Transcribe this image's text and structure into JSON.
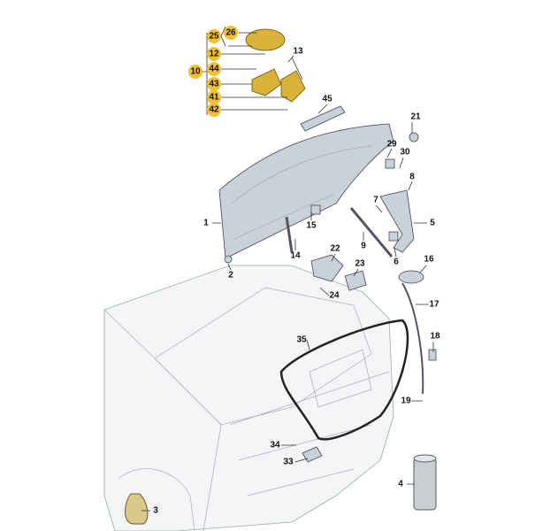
{
  "diagram": {
    "title": "Boot lid / tailgate parts diagram",
    "highlight_color": "#f2c12e",
    "labels": {
      "l25": "25",
      "l26": "26",
      "l12": "12",
      "l13": "13",
      "l10": "10",
      "l44": "44",
      "l43": "43",
      "l41": "41",
      "l42": "42",
      "l45": "45",
      "l21": "21",
      "l29": "29",
      "l30": "30",
      "l8": "8",
      "l7": "7",
      "l5": "5",
      "l1": "1",
      "l15": "15",
      "l9": "9",
      "l14": "14",
      "l22": "22",
      "l23": "23",
      "l6": "6",
      "l16": "16",
      "l2": "2",
      "l24": "24",
      "l17": "17",
      "l35": "35",
      "l18": "18",
      "l19": "19",
      "l34": "34",
      "l33": "33",
      "l4": "4",
      "l3": "3"
    }
  }
}
